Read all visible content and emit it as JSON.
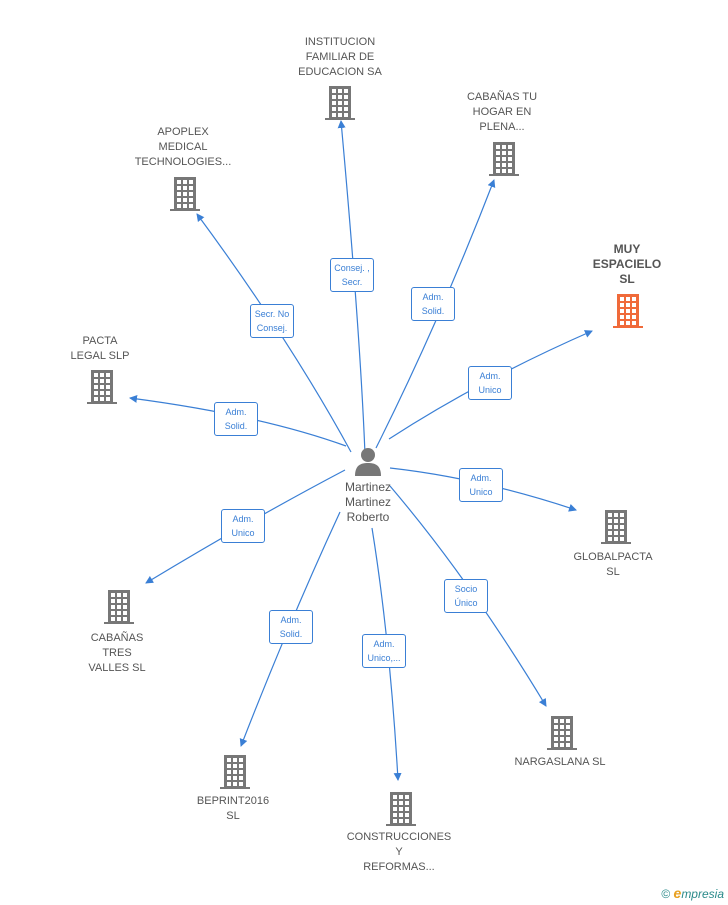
{
  "center": {
    "name": "Martinez\nMartinez\nRoberto"
  },
  "colors": {
    "edge": "#3a7fd5",
    "building": "#777777",
    "highlight": "#f06a3a"
  },
  "nodes": [
    {
      "id": "institucion",
      "label": "INSTITUCION\nFAMILIAR DE\nEDUCACION SA",
      "highlight": false
    },
    {
      "id": "cabanas-tu-hogar",
      "label": "CABAÑAS TU\nHOGAR EN\nPLENA...",
      "highlight": false
    },
    {
      "id": "apoplex",
      "label": "APOPLEX\nMEDICAL\nTECHNOLOGIES...",
      "highlight": false
    },
    {
      "id": "muy-espacielo",
      "label": "MUY\nESPACIELO\nSL",
      "highlight": true
    },
    {
      "id": "pacta-legal",
      "label": "PACTA\nLEGAL SLP",
      "highlight": false
    },
    {
      "id": "globalpacta",
      "label": "GLOBALPACTA\nSL",
      "highlight": false
    },
    {
      "id": "cabanas-tres-valles",
      "label": "CABAÑAS\nTRES\nVALLES SL",
      "highlight": false
    },
    {
      "id": "nargaslana",
      "label": "NARGASLANA SL",
      "highlight": false
    },
    {
      "id": "beprint",
      "label": "BEPRINT2016\nSL",
      "highlight": false
    },
    {
      "id": "construcciones",
      "label": "CONSTRUCCIONES\nY\nREFORMAS...",
      "highlight": false
    }
  ],
  "edges": [
    {
      "to": "institucion",
      "label": "Consej. ,\nSecr."
    },
    {
      "to": "cabanas-tu-hogar",
      "label": "Adm.\nSolid."
    },
    {
      "to": "apoplex",
      "label": "Secr. No\nConsej."
    },
    {
      "to": "muy-espacielo",
      "label": "Adm.\nUnico"
    },
    {
      "to": "pacta-legal",
      "label": "Adm.\nSolid."
    },
    {
      "to": "globalpacta",
      "label": "Adm.\nUnico"
    },
    {
      "to": "cabanas-tres-valles",
      "label": "Adm.\nUnico"
    },
    {
      "to": "nargaslana",
      "label": "Socio\nÚnico"
    },
    {
      "to": "beprint",
      "label": "Adm.\nSolid."
    },
    {
      "to": "construcciones",
      "label": "Adm.\nUnico,..."
    }
  ],
  "footer": {
    "copyright": "©",
    "brand_initial": "e",
    "brand_rest": "mpresia"
  }
}
